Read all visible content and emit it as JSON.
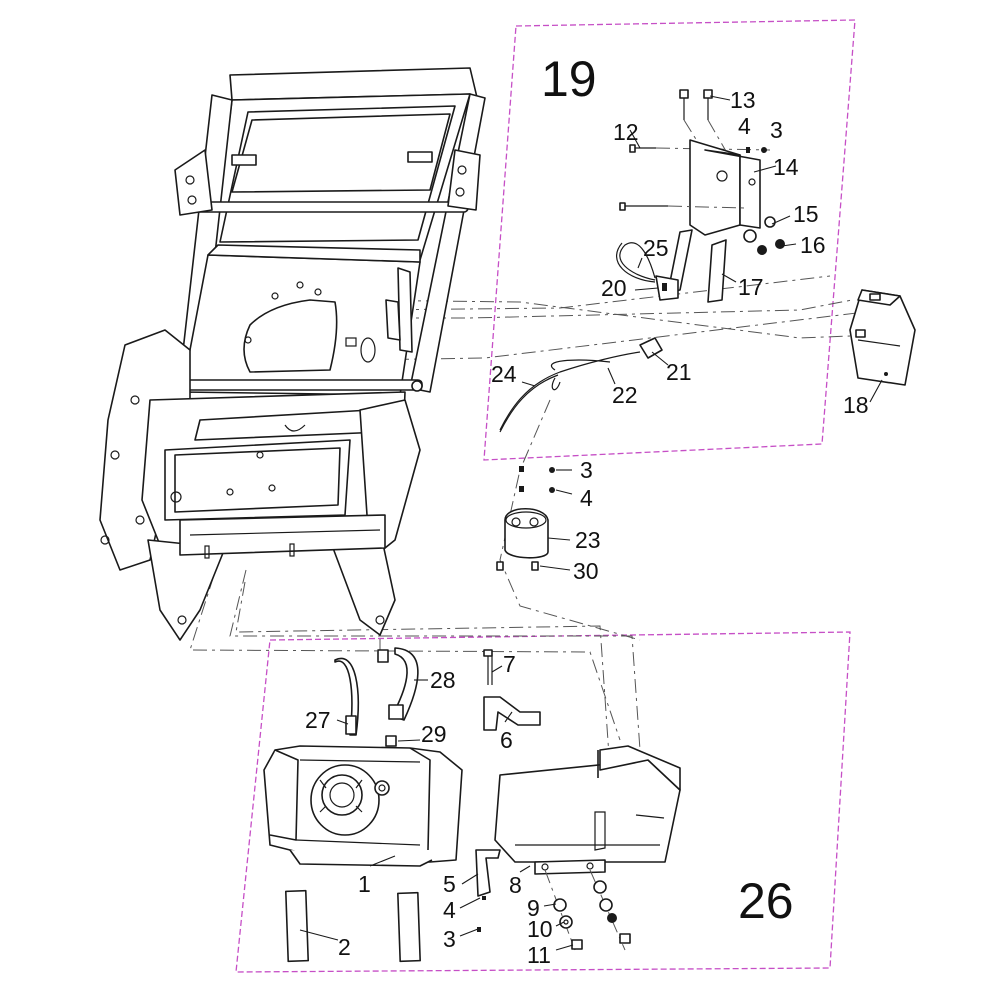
{
  "group_box_color": "#c64fc6",
  "groups": [
    {
      "label": "19"
    },
    {
      "label": "26"
    }
  ],
  "callouts": [
    {
      "id": "c1",
      "label": "1"
    },
    {
      "id": "c2",
      "label": "2"
    },
    {
      "id": "c3a",
      "label": "3"
    },
    {
      "id": "c3b",
      "label": "3"
    },
    {
      "id": "c3c",
      "label": "3"
    },
    {
      "id": "c4a",
      "label": "4"
    },
    {
      "id": "c4b",
      "label": "4"
    },
    {
      "id": "c4c",
      "label": "4"
    },
    {
      "id": "c5",
      "label": "5"
    },
    {
      "id": "c6",
      "label": "6"
    },
    {
      "id": "c7",
      "label": "7"
    },
    {
      "id": "c8",
      "label": "8"
    },
    {
      "id": "c9",
      "label": "9"
    },
    {
      "id": "c10",
      "label": "10"
    },
    {
      "id": "c11",
      "label": "11"
    },
    {
      "id": "c12",
      "label": "12"
    },
    {
      "id": "c13",
      "label": "13"
    },
    {
      "id": "c14",
      "label": "14"
    },
    {
      "id": "c15",
      "label": "15"
    },
    {
      "id": "c16",
      "label": "16"
    },
    {
      "id": "c17",
      "label": "17"
    },
    {
      "id": "c18",
      "label": "18"
    },
    {
      "id": "c20",
      "label": "20"
    },
    {
      "id": "c21",
      "label": "21"
    },
    {
      "id": "c22",
      "label": "22"
    },
    {
      "id": "c23",
      "label": "23"
    },
    {
      "id": "c24",
      "label": "24"
    },
    {
      "id": "c25",
      "label": "25"
    },
    {
      "id": "c27",
      "label": "27"
    },
    {
      "id": "c28",
      "label": "28"
    },
    {
      "id": "c29",
      "label": "29"
    },
    {
      "id": "c30",
      "label": "30"
    }
  ]
}
